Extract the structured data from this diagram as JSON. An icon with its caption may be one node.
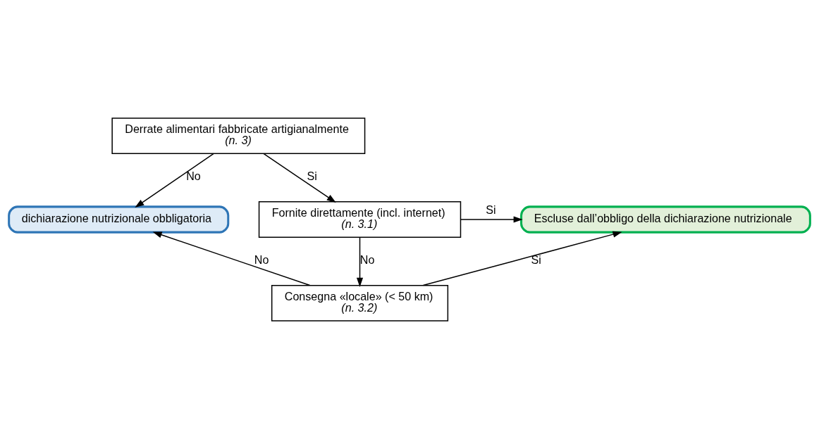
{
  "diagram": {
    "nodes": [
      {
        "text": [
          "Derrate alimentari fabbricate artigianalmente",
          "(n. 3)"
        ]
      },
      {
        "text": [
          "dichiarazione nutrizionale obbligatoria"
        ]
      },
      {
        "text": [
          "Fornite direttamente (incl. internet)",
          "(n. 3.1)"
        ]
      },
      {
        "text": [
          "Escluse dall’obbligo della dichiarazione nutrizionale"
        ]
      },
      {
        "text": [
          "Consegna «locale» (< 50 km)",
          "(n. 3.2)"
        ]
      }
    ],
    "edges": [
      {
        "from": 0,
        "to": 1,
        "arrow": "to",
        "label": "No"
      },
      {
        "from": 0,
        "to": 2,
        "arrow": "to",
        "label": "Si"
      },
      {
        "from": 2,
        "to": 3,
        "arrow": "to",
        "label": "Si"
      },
      {
        "from": 2,
        "to": 4,
        "arrow": "to",
        "label": "No"
      },
      {
        "from": 4,
        "to": 1,
        "arrow": "to",
        "label": "No"
      },
      {
        "from": 4,
        "to": 3,
        "arrow": "to",
        "label": "Si"
      }
    ]
  }
}
